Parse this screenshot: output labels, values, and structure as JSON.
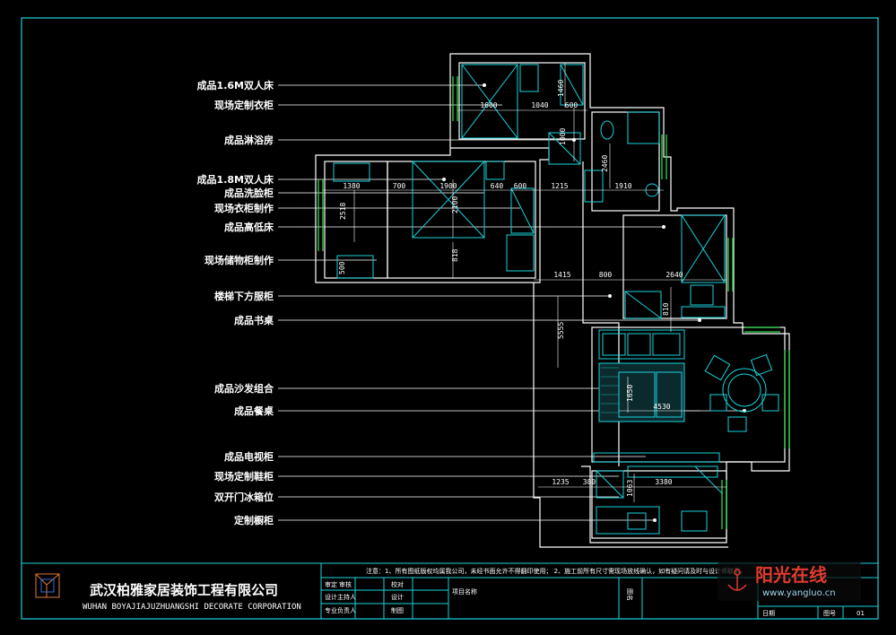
{
  "labels": [
    "成品1.6M双人床",
    "现场定制衣柜",
    "成品淋浴房",
    "成品1.8M双人床",
    "成品洗脸柜",
    "现场衣柜制作",
    "成品高低床",
    "现场储物柜制作",
    "楼梯下方服柜",
    "成品书桌",
    "成品沙发组合",
    "成品餐桌",
    "成品电视柜",
    "现场定制鞋柜",
    "双开门冰箱位",
    "定制橱柜"
  ],
  "dims": {
    "d1600": "1600",
    "d1040": "1040",
    "d600a": "600",
    "d1460": "1460",
    "d1000": "1000",
    "d2460": "2460",
    "d1380": "1380",
    "d700": "700",
    "d1900": "1900",
    "d640": "640",
    "d600b": "600",
    "d1215": "1215",
    "d1910": "1910",
    "d2518": "2518",
    "d2100": "2100",
    "d818": "818",
    "d500": "500",
    "d1415": "1415",
    "d800": "800",
    "d2640": "2640",
    "d810": "810",
    "d5555": "5555",
    "d1650": "1650",
    "d4530": "4530",
    "d1235": "1235",
    "d380": "380",
    "d1063": "1063",
    "d3380": "3380"
  },
  "note": "注意：1、所有图纸版权均属我公司，未经书面允许不得翻印使用；  2、施工前所有尺寸需现场放线确认，如有疑问请及时与设计师联系。",
  "company": {
    "name": "武汉柏雅家居装饰工程有限公司",
    "name_en": "WUHAN  BOYAJIAJUZHUANGSHI  DECORATE  CORPORATION"
  },
  "titleblock": {
    "r1c1": "审定",
    "r1c2": "审核",
    "r2c1": "设计主持人",
    "r3c1": "专业负责人",
    "v1": "校对",
    "v2": "设计",
    "v3": "制图",
    "project": "项目名称",
    "tuming": "图名",
    "riqi": "日期",
    "tuhao": "图号",
    "tuhao_val": "01"
  },
  "watermark": {
    "brand": "阳光在线",
    "url": "www.yangluo.cn"
  },
  "colors": {
    "wall": "#ffffff",
    "furniture": "#19d3dc",
    "window": "#2fd84a",
    "frame": "#19d3dc"
  }
}
